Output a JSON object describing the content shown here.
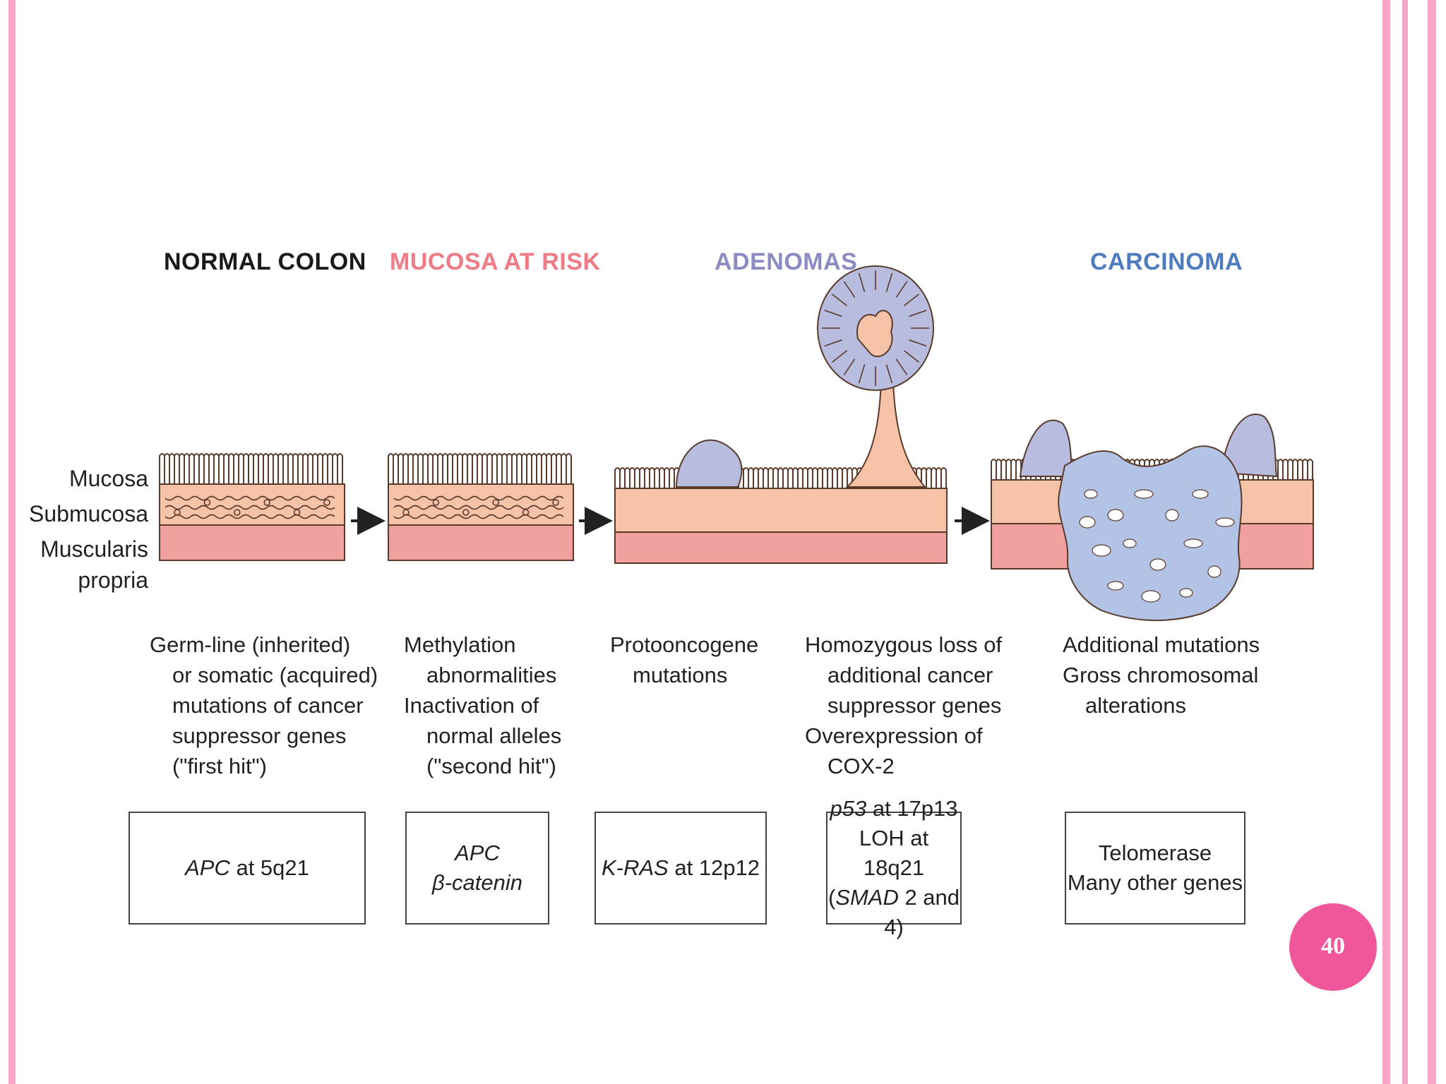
{
  "stages": {
    "normal_colon": "NORMAL COLON",
    "mucosa_at_risk": "MUCOSA AT RISK",
    "adenomas": "ADENOMAS",
    "carcinoma": "CARCINOMA"
  },
  "layers": {
    "mucosa": "Mucosa",
    "submucosa": "Submucosa",
    "muscularis_1": "Muscularis",
    "muscularis_2": "propria"
  },
  "descriptions": {
    "normal": [
      "Germ-line (inherited)",
      "or somatic (acquired)",
      "mutations of cancer",
      "suppressor genes",
      "(\"first hit\")"
    ],
    "risk": [
      "Methylation",
      "abnormalities",
      "Inactivation of",
      "normal alleles",
      "(\"second hit\")"
    ],
    "proto": [
      "Protooncogene",
      "mutations"
    ],
    "homo": [
      "Homozygous loss of",
      "additional cancer",
      "suppressor genes",
      "Overexpression of",
      "COX-2"
    ],
    "carc": [
      "Additional mutations",
      "Gross chromosomal",
      "alterations"
    ]
  },
  "genes": {
    "box1_gene": "APC",
    "box1_rest": " at 5q21",
    "box2_line1": "APC",
    "box2_line2": "β-catenin",
    "box3_gene": "K-RAS",
    "box3_rest": " at 12p12",
    "box4_gene": "p53",
    "box4_rest": " at 17p13",
    "box4_line2": "LOH at 18q21",
    "box4_line3_open": "(",
    "box4_line3_gene": "SMAD",
    "box4_line3_rest": " 2 and 4)",
    "box5_line1": "Telomerase",
    "box5_line2": "Many other genes"
  },
  "page_number": "40",
  "colors": {
    "frame": "#f7a6c8",
    "badge": "#f0579b",
    "mucosa_at_risk": "#ee7b86",
    "adenomas": "#8c8cc4",
    "carcinoma": "#4f7cbf",
    "tissue": "#f6c3a8",
    "muscle": "#f1a0a0",
    "tumor": "#b3c3e6"
  }
}
